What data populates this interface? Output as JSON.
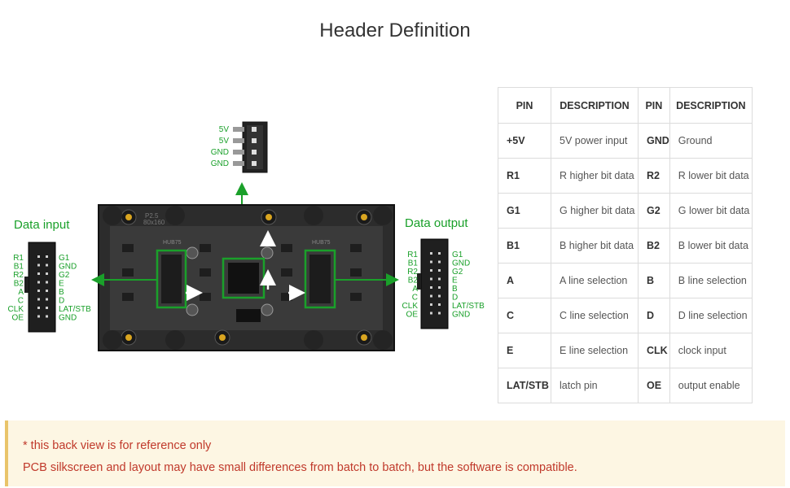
{
  "title": "Header Definition",
  "diagram": {
    "data_input_label": "Data input",
    "data_output_label": "Data output",
    "power_pins": [
      "5V",
      "5V",
      "GND",
      "GND"
    ],
    "input_left_pins": [
      "R1",
      "B1",
      "R2",
      "B2",
      "A",
      "C",
      "CLK",
      "OE"
    ],
    "input_right_pins": [
      "G1",
      "GND",
      "G2",
      "E",
      "B",
      "D",
      "LAT/STB",
      "GND"
    ],
    "output_left_pins": [
      "R1",
      "B1",
      "R2",
      "B2",
      "A",
      "C",
      "CLK",
      "OE"
    ],
    "output_right_pins": [
      "G1",
      "GND",
      "G2",
      "E",
      "B",
      "D",
      "LAT/STB",
      "GND"
    ],
    "board_silk_1": "P2.5",
    "board_silk_2": "80x160",
    "chip_label_left": "HUB75",
    "chip_label_right": "HUB75",
    "accent_color": "#1aa02a"
  },
  "table": {
    "headers": [
      "PIN",
      "DESCRIPTION",
      "PIN",
      "DESCRIPTION"
    ],
    "rows": [
      [
        "+5V",
        "5V power input",
        "GND",
        "Ground"
      ],
      [
        "R1",
        "R higher bit data",
        "R2",
        "R lower bit data"
      ],
      [
        "G1",
        "G higher bit data",
        "G2",
        "G lower bit data"
      ],
      [
        "B1",
        "B higher bit data",
        "B2",
        "B lower bit data"
      ],
      [
        "A",
        "A line selection",
        "B",
        "B line selection"
      ],
      [
        "C",
        "C line selection",
        "D",
        "D line selection"
      ],
      [
        "E",
        "E line selection",
        "CLK",
        "clock input"
      ],
      [
        "LAT/STB",
        "latch pin",
        "OE",
        "output enable"
      ]
    ]
  },
  "note": {
    "line1": "* this back view is for reference only",
    "line2": "PCB silkscreen and layout may have small differences from batch to batch, but the software is compatible."
  }
}
